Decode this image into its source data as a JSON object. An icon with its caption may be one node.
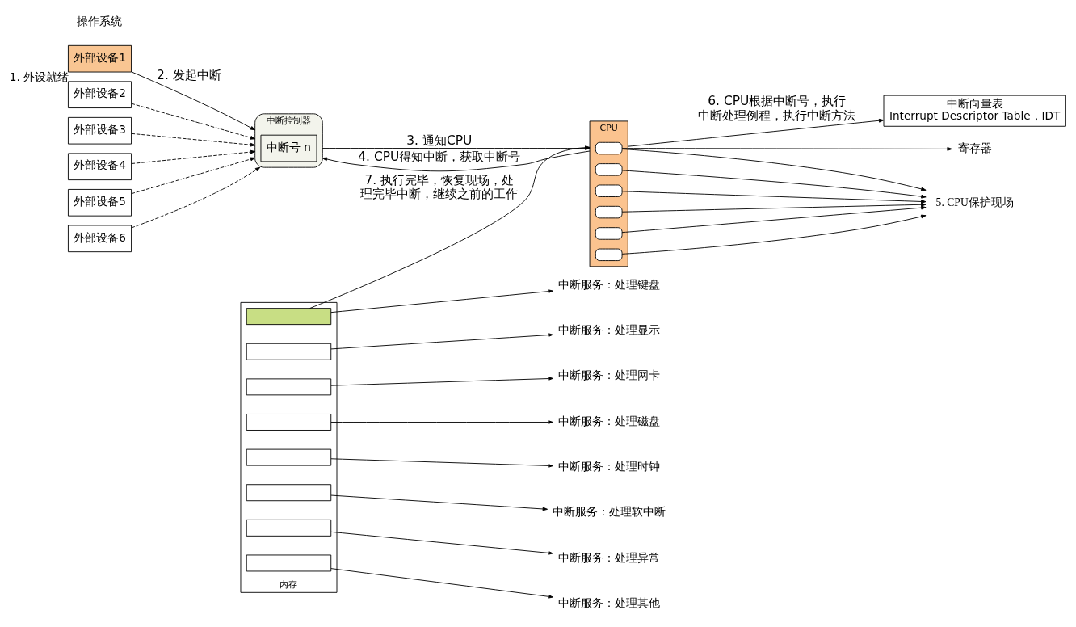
{
  "diagram": {
    "nodes": [
      {
        "text": [
          "外部设备1"
        ],
        "beside": [
          "1. 外设就绪"
        ]
      },
      {
        "text": [
          "外部设备2"
        ]
      },
      {
        "text": [
          "外部设备3"
        ]
      },
      {
        "text": [
          "外部设备4"
        ]
      },
      {
        "text": [
          "外部设备5"
        ]
      },
      {
        "text": [
          "外部设备6"
        ]
      },
      {
        "text": [
          "中断控制器"
        ]
      },
      {
        "text": [
          "中断号 n"
        ],
        "in": 6
      },
      {
        "text": [
          "CPU"
        ]
      },
      {
        "text": [],
        "shape": "box",
        "in": 8
      },
      {
        "text": [],
        "shape": "box",
        "in": 8
      },
      {
        "text": [],
        "shape": "box",
        "in": 8
      },
      {
        "text": [],
        "shape": "box",
        "in": 8
      },
      {
        "text": [],
        "shape": "box",
        "in": 8
      },
      {
        "text": [],
        "shape": "box",
        "in": 8
      },
      {
        "text": [
          "寄存器"
        ]
      },
      {
        "text": [
          "5. CPU保护现场"
        ]
      },
      {
        "text": [
          "内存"
        ]
      },
      {
        "text": [],
        "shape": "box",
        "in": 17
      },
      {
        "text": [],
        "shape": "box",
        "in": 17
      },
      {
        "text": [],
        "shape": "box",
        "in": 17
      },
      {
        "text": [],
        "shape": "box",
        "in": 17
      },
      {
        "text": [],
        "shape": "box",
        "in": 17
      },
      {
        "text": [],
        "shape": "box",
        "in": 17
      },
      {
        "text": [],
        "shape": "box",
        "in": 17
      },
      {
        "text": [],
        "shape": "box",
        "in": 17
      },
      {
        "text": [
          "中断服务：处理键盘"
        ]
      },
      {
        "text": [
          "中断服务：处理显示"
        ]
      },
      {
        "text": [
          "中断服务：处理网卡"
        ]
      },
      {
        "text": [
          "中断服务：处理磁盘"
        ]
      },
      {
        "text": [
          "中断服务：处理时钟"
        ]
      },
      {
        "text": [
          "中断服务：处理软中断"
        ]
      },
      {
        "text": [
          "中断服务：处理异常"
        ]
      },
      {
        "text": [
          "中断服务：处理其他"
        ]
      },
      {
        "text": [
          "中断向量表",
          "Interrupt Descriptor Table，IDT"
        ]
      }
    ],
    "edges": [
      {
        "from": 0,
        "to": 6,
        "arrow": "to",
        "label": "2. 发起中断"
      },
      {
        "from": 1,
        "to": 6,
        "arrow": "to",
        "style": "dashed"
      },
      {
        "from": 2,
        "to": 6,
        "arrow": "to",
        "style": "dashed"
      },
      {
        "from": 3,
        "to": 6,
        "arrow": "to",
        "style": "dashed"
      },
      {
        "from": 4,
        "to": 6,
        "arrow": "to",
        "style": "dashed"
      },
      {
        "from": 5,
        "to": 6,
        "arrow": "to",
        "style": "dashed"
      },
      {
        "from": 6,
        "to": 8,
        "arrow": "to",
        "label": "3. 通知CPU"
      },
      {
        "from": 8,
        "to": 6,
        "arrow": "to",
        "label": "4. CPU得知中断，获取中断号"
      },
      {
        "from": 9,
        "to": 15,
        "arrow": "to"
      },
      {
        "from": 9,
        "to": 16,
        "arrow": "to"
      },
      {
        "from": 10,
        "to": 16,
        "arrow": "to"
      },
      {
        "from": 11,
        "to": 16,
        "arrow": "to"
      },
      {
        "from": 12,
        "to": 16,
        "arrow": "to"
      },
      {
        "from": 13,
        "to": 16,
        "arrow": "to"
      },
      {
        "from": 14,
        "to": 16,
        "arrow": "to"
      },
      {
        "from": 18,
        "to": 8,
        "arrow": "to",
        "label": "7. 执行完毕，恢复现场，处理完毕中断，继续之前的工作"
      },
      {
        "from": 8,
        "to": 34,
        "arrow": "to",
        "label": "6. CPU根据中断号，执行中断处理例程，执行中断方法"
      },
      {
        "from": 18,
        "to": 26,
        "arrow": "to"
      },
      {
        "from": 19,
        "to": 27,
        "arrow": "to"
      },
      {
        "from": 20,
        "to": 28,
        "arrow": "to"
      },
      {
        "from": 21,
        "to": 29,
        "arrow": "to"
      },
      {
        "from": 22,
        "to": 30,
        "arrow": "to"
      },
      {
        "from": 23,
        "to": 31,
        "arrow": "to"
      },
      {
        "from": 24,
        "to": 32,
        "arrow": "to"
      },
      {
        "from": 25,
        "to": 33,
        "arrow": "to"
      }
    ],
    "labels": [
      "操作系统"
    ]
  }
}
